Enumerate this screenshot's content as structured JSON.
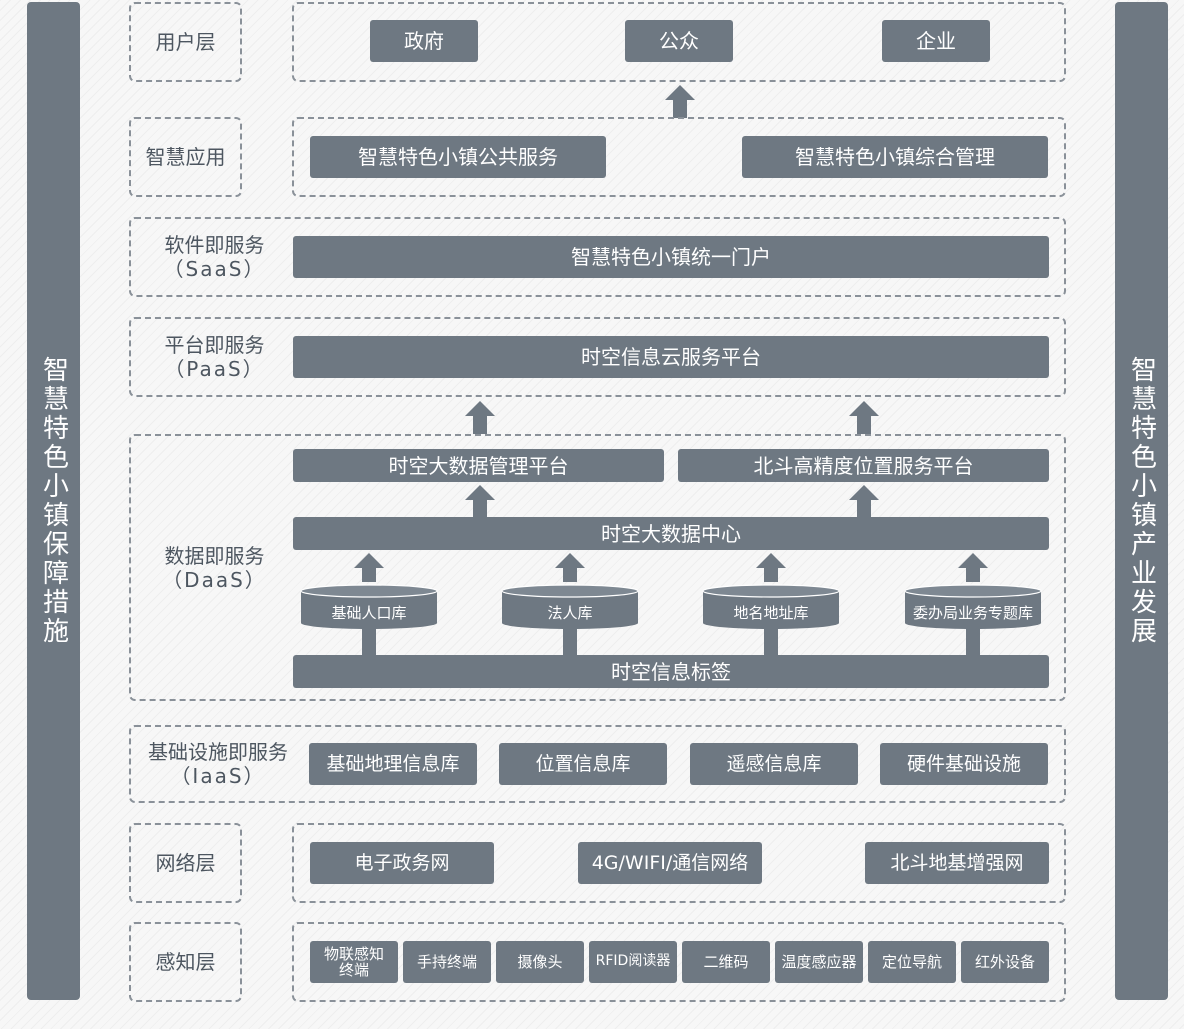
{
  "left_bar": "智慧特色小镇保障措施",
  "right_bar": "智慧特色小镇产业发展",
  "layers": {
    "user": {
      "label": "用户层",
      "items": [
        "政府",
        "公众",
        "企业"
      ]
    },
    "app": {
      "label": "智慧应用",
      "items": [
        "智慧特色小镇公共服务",
        "智慧特色小镇综合管理"
      ]
    },
    "saas": {
      "label_line1": "软件即服务",
      "label_line2": "（SaaS）",
      "item": "智慧特色小镇统一门户"
    },
    "paas": {
      "label_line1": "平台即服务",
      "label_line2": "（PaaS）",
      "item": "时空信息云服务平台"
    },
    "daas": {
      "label_line1": "数据即服务",
      "label_line2": "（DaaS）",
      "platforms": [
        "时空大数据管理平台",
        "北斗高精度位置服务平台"
      ],
      "center": "时空大数据中心",
      "databases": [
        "基础人口库",
        "法人库",
        "地名地址库",
        "委办局业务专题库"
      ],
      "tag": "时空信息标签"
    },
    "iaas": {
      "label_line1": "基础设施即服务",
      "label_line2": "（IaaS）",
      "items": [
        "基础地理信息库",
        "位置信息库",
        "遥感信息库",
        "硬件基础设施"
      ]
    },
    "network": {
      "label": "网络层",
      "items": [
        "电子政务网",
        "4G/WIFI/通信网络",
        "北斗地基增强网"
      ]
    },
    "sense": {
      "label": "感知层",
      "items": [
        "物联感知终端",
        "手持终端",
        "摄像头",
        "RFID阅读器",
        "二维码",
        "温度感应器",
        "定位导航",
        "红外设备"
      ]
    }
  },
  "colors": {
    "box": "#6e7882",
    "label_text": "#4d5660",
    "border": "#8a9199"
  }
}
